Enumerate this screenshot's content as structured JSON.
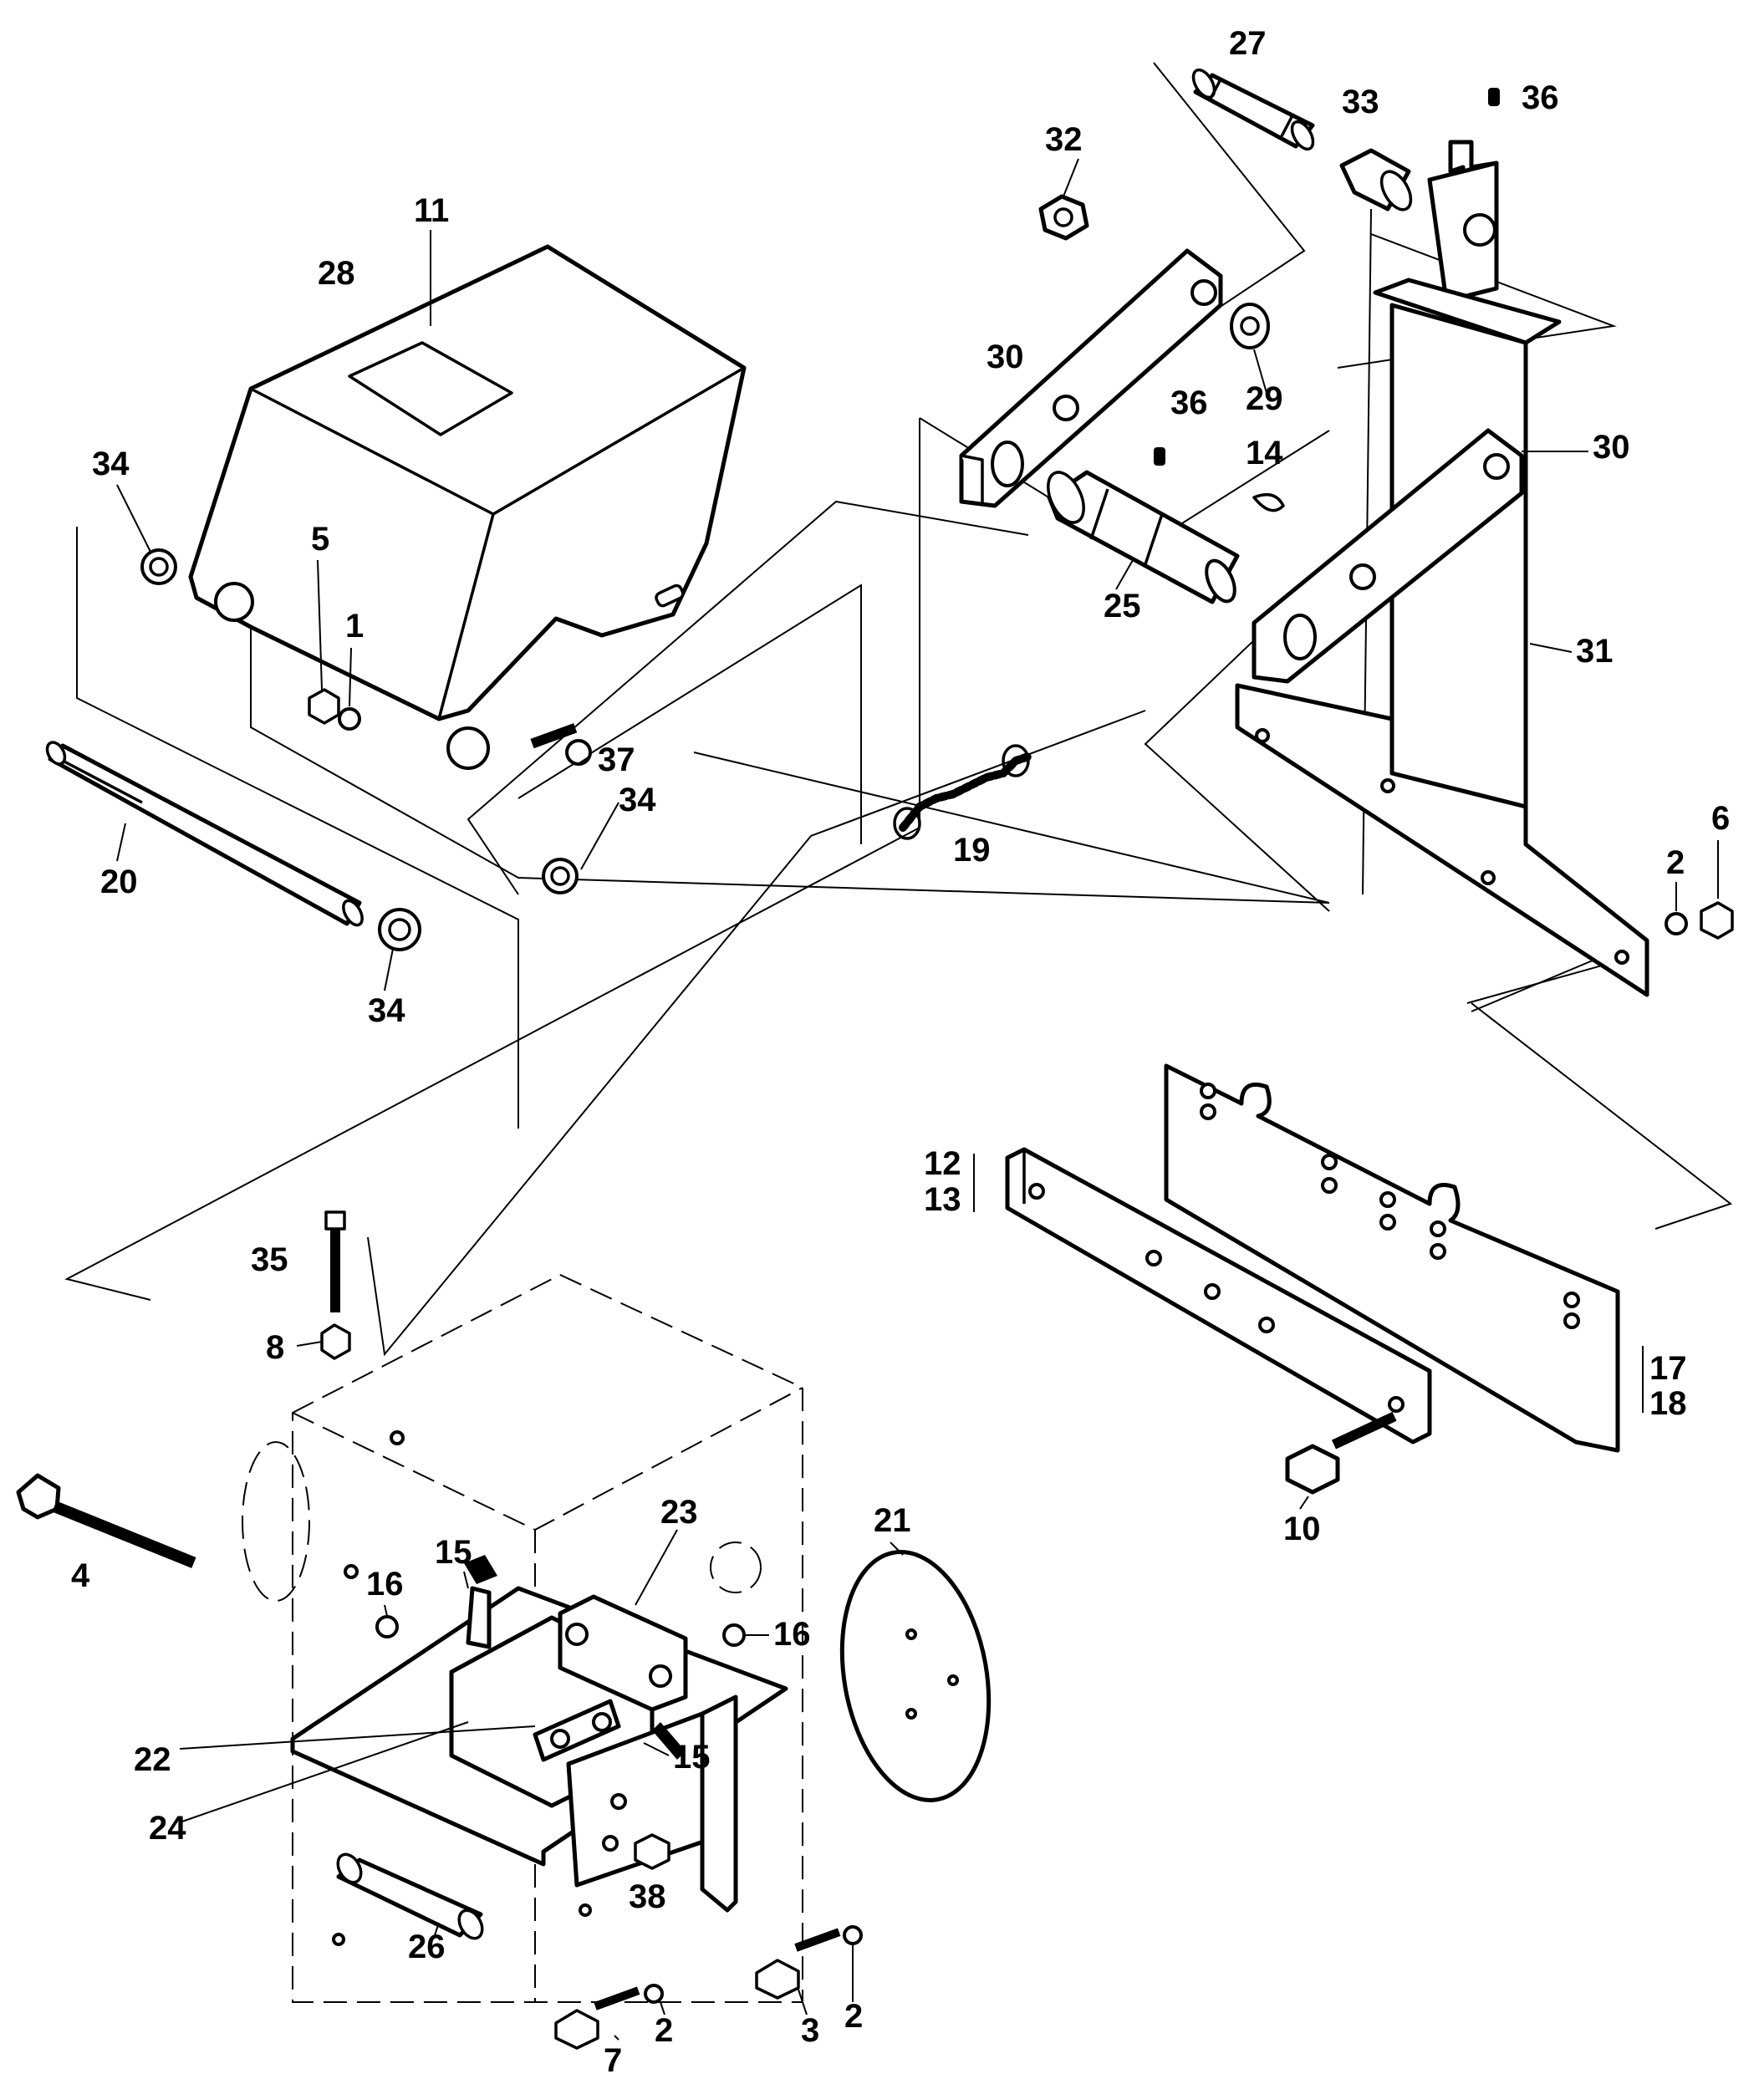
{
  "part_numbers": {
    "p1": "1",
    "p2a": "2",
    "p2b": "2",
    "p2c": "2",
    "p3": "3",
    "p4": "4",
    "p5": "5",
    "p6": "6",
    "p7": "7",
    "p8": "8",
    "p10": "10",
    "p11": "11",
    "p12": "12",
    "p13": "13",
    "p14": "14",
    "p15a": "15",
    "p15b": "15",
    "p16a": "16",
    "p16b": "16",
    "p17": "17",
    "p18": "18",
    "p19": "19",
    "p20": "20",
    "p21": "21",
    "p22": "22",
    "p23": "23",
    "p24": "24",
    "p25": "25",
    "p26": "26",
    "p27": "27",
    "p28": "28",
    "p29": "29",
    "p30a": "30",
    "p30b": "30",
    "p31": "31",
    "p32": "32",
    "p33": "33",
    "p34a": "34",
    "p34b": "34",
    "p34c": "34",
    "p35": "35",
    "p36a": "36",
    "p36b": "36",
    "p37": "37",
    "p38": "38"
  }
}
